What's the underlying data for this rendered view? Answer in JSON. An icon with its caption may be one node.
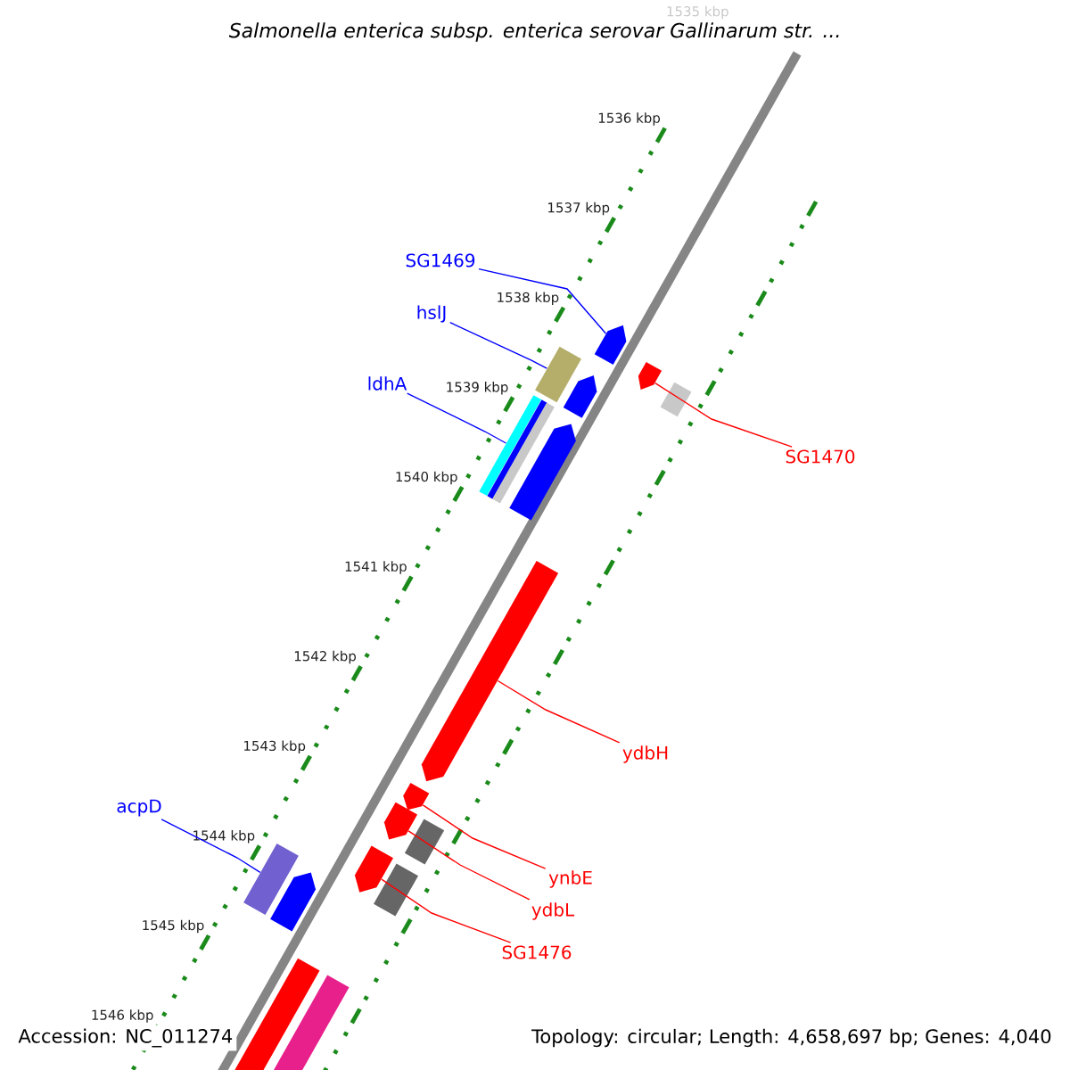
{
  "diagram": {
    "title": "Salmonella enterica subsp. enterica serovar Gallinarum str. ...",
    "nodes": [
      {
        "text": [
          "SG1469"
        ]
      },
      {
        "text": [
          "hslJ"
        ]
      },
      {
        "text": [],
        "shape": "pentagon"
      },
      {
        "text": [],
        "shape": "box"
      },
      {
        "text": [],
        "shape": "pentagon"
      },
      {
        "text": [
          "ldhA"
        ]
      },
      {
        "text": [],
        "shape": "pentagon"
      },
      {
        "text": [],
        "shape": "box"
      },
      {
        "text": [],
        "shape": "box"
      },
      {
        "text": [],
        "shape": "box"
      },
      {
        "text": [],
        "shape": "box"
      },
      {
        "text": [
          "SG1470"
        ]
      },
      {
        "text": [],
        "shape": "pentagon"
      },
      {
        "text": [],
        "shape": "pentagon"
      },
      {
        "text": [
          "ydbH"
        ]
      },
      {
        "text": [],
        "shape": "pentagon"
      },
      {
        "text": [
          "acpD"
        ]
      },
      {
        "text": [],
        "shape": "pentagon"
      },
      {
        "text": [],
        "shape": "box"
      },
      {
        "text": [],
        "shape": "pentagon"
      },
      {
        "text": [],
        "shape": "box"
      },
      {
        "text": [
          "ynbE"
        ]
      },
      {
        "text": [],
        "shape": "box"
      },
      {
        "text": [],
        "shape": "pentagon"
      },
      {
        "text": [
          "ydbL"
        ]
      },
      {
        "text": [
          "SG1476"
        ]
      },
      {
        "text": [],
        "shape": "box"
      },
      {
        "text": [],
        "shape": "box"
      }
    ],
    "edges": [
      {
        "from": 0,
        "to": 2,
        "arrow": "none",
        "color": "#0000ff"
      },
      {
        "from": 1,
        "to": 3,
        "arrow": "none",
        "color": "#0000ff"
      },
      {
        "from": 5,
        "to": 8,
        "arrow": "none",
        "color": "#0000ff"
      },
      {
        "from": 11,
        "to": 4,
        "arrow": "none"
      },
      {
        "from": 14,
        "to": 13,
        "arrow": "none"
      },
      {
        "from": 16,
        "to": 20,
        "arrow": "none",
        "color": "#0000ff"
      },
      {
        "from": 21,
        "to": 15,
        "arrow": "none"
      },
      {
        "from": 24,
        "to": 17,
        "arrow": "none"
      },
      {
        "from": 25,
        "to": 19,
        "arrow": "none"
      }
    ],
    "labels": [
      "1535 kbp",
      "1536 kbp",
      "1537 kbp",
      "1538 kbp",
      "1539 kbp",
      "1540 kbp",
      "1541 kbp",
      "1542 kbp",
      "1543 kbp",
      "1544 kbp",
      "1545 kbp",
      "1546 kbp",
      "Accession: NC_011274",
      "Topology: circular; Length: 4,658,697 bp; Genes: 4,040"
    ]
  }
}
